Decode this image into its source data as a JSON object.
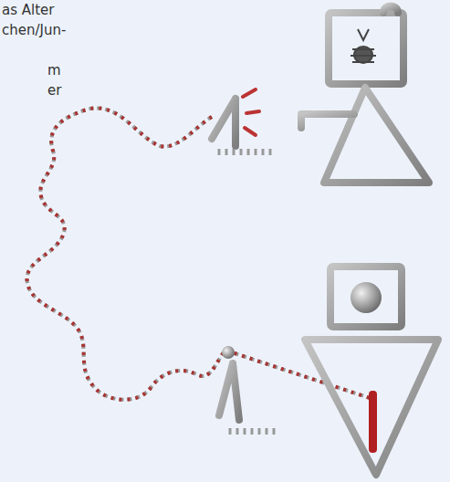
{
  "diagram": {
    "labels": [
      "as Alter",
      "chen/Jun-",
      "m",
      "er"
    ]
  }
}
